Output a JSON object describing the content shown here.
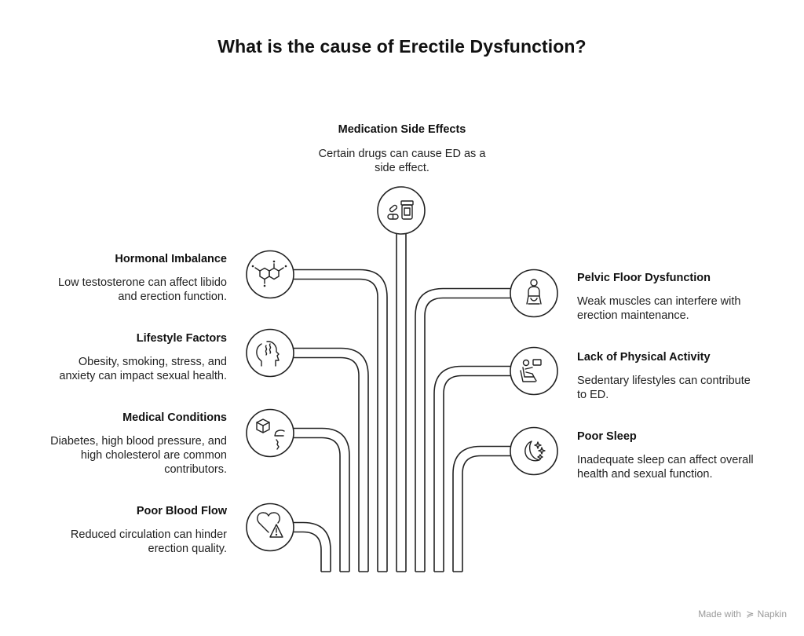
{
  "title": "What is the cause of Erectile Dysfunction?",
  "causes": [
    {
      "id": "medication",
      "title": "Medication Side Effects",
      "desc": [
        "Certain drugs can cause ED as a",
        "side effect."
      ],
      "icon": "pill-bottle-icon"
    },
    {
      "id": "hormonal",
      "title": "Hormonal Imbalance",
      "desc": [
        "Low testosterone can affect libido",
        "and erection function."
      ],
      "icon": "molecule-icon"
    },
    {
      "id": "lifestyle",
      "title": "Lifestyle Factors",
      "desc": [
        "Obesity, smoking, stress, and",
        "anxiety can impact sexual health."
      ],
      "icon": "head-smoke-icon"
    },
    {
      "id": "medical",
      "title": "Medical Conditions",
      "desc": [
        "Diabetes, high blood pressure, and",
        "high cholesterol are common",
        "contributors."
      ],
      "icon": "cube-face-icon"
    },
    {
      "id": "bloodflow",
      "title": "Poor Blood Flow",
      "desc": [
        "Reduced circulation can hinder",
        "erection quality."
      ],
      "icon": "heart-warning-icon"
    },
    {
      "id": "pelvic",
      "title": "Pelvic Floor Dysfunction",
      "desc": [
        "Weak muscles can interfere with",
        "erection maintenance."
      ],
      "icon": "person-seated-icon"
    },
    {
      "id": "activity",
      "title": "Lack of Physical Activity",
      "desc": [
        "Sedentary lifestyles can contribute",
        "to ED."
      ],
      "icon": "reclining-person-icon"
    },
    {
      "id": "sleep",
      "title": "Poor Sleep",
      "desc": [
        "Inadequate sleep can affect overall",
        "health and sexual function."
      ],
      "icon": "moon-stars-icon"
    }
  ],
  "footer": {
    "prefix": "Made with",
    "brand": "Napkin"
  }
}
